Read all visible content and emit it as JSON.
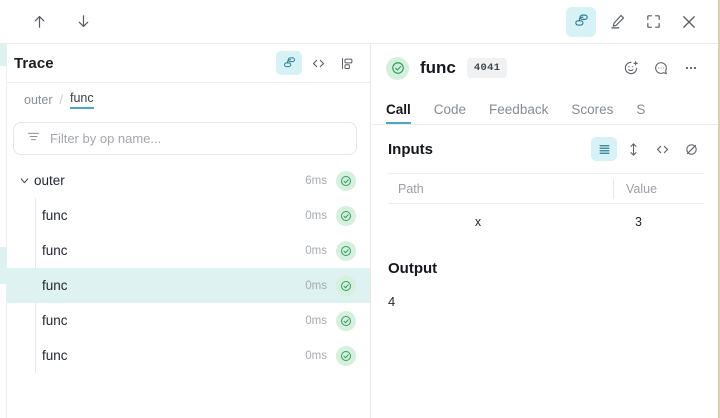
{
  "topbar": {
    "left_buttons": [
      {
        "name": "arrow-up-icon",
        "label": "Previous"
      },
      {
        "name": "arrow-down-icon",
        "label": "Next"
      }
    ],
    "right_buttons": [
      {
        "name": "stack-layers-icon",
        "label": "Trace tree view",
        "active": true
      },
      {
        "name": "pencil-highlighter-icon",
        "label": "Annotate",
        "active": false
      },
      {
        "name": "fullscreen-icon",
        "label": "Full screen",
        "active": false
      },
      {
        "name": "close-icon",
        "label": "Close",
        "active": false
      }
    ]
  },
  "trace_panel": {
    "title": "Trace",
    "header_icons": [
      {
        "name": "stack-layers-icon",
        "label": "Tree view",
        "active": true
      },
      {
        "name": "code-brackets-icon",
        "label": "Code view",
        "active": false
      },
      {
        "name": "flame-chart-icon",
        "label": "Flame graph",
        "active": false
      }
    ],
    "breadcrumb": {
      "parent": "outer",
      "separator": "/",
      "current": "func"
    },
    "filter": {
      "placeholder": "Filter by op name...",
      "value": "",
      "icon": "filter-icon"
    },
    "tree": [
      {
        "name": "outer",
        "duration": "6ms",
        "depth": 0,
        "expanded": true,
        "selected": false,
        "status": "success"
      },
      {
        "name": "func",
        "duration": "0ms",
        "depth": 1,
        "expanded": false,
        "selected": false,
        "status": "success"
      },
      {
        "name": "func",
        "duration": "0ms",
        "depth": 1,
        "expanded": false,
        "selected": false,
        "status": "success"
      },
      {
        "name": "func",
        "duration": "0ms",
        "depth": 1,
        "expanded": false,
        "selected": true,
        "status": "success"
      },
      {
        "name": "func",
        "duration": "0ms",
        "depth": 1,
        "expanded": false,
        "selected": false,
        "status": "success"
      },
      {
        "name": "func",
        "duration": "0ms",
        "depth": 1,
        "expanded": false,
        "selected": false,
        "status": "success"
      }
    ]
  },
  "call_panel": {
    "status": "success",
    "name": "func",
    "badge": "4041",
    "actions": [
      {
        "name": "add-reaction-icon",
        "label": "Add reaction"
      },
      {
        "name": "comment-icon",
        "label": "Comment"
      },
      {
        "name": "more-options-icon",
        "label": "More options"
      }
    ],
    "tabs": [
      {
        "label": "Call",
        "active": true
      },
      {
        "label": "Code",
        "active": false
      },
      {
        "label": "Feedback",
        "active": false
      },
      {
        "label": "Scores",
        "active": false
      },
      {
        "label": "S",
        "active": false
      }
    ],
    "inputs": {
      "title": "Inputs",
      "view_icons": [
        {
          "name": "list-view-icon",
          "label": "List view",
          "active": true
        },
        {
          "name": "expand-rows-icon",
          "label": "Expand rows",
          "active": false
        },
        {
          "name": "code-brackets-icon",
          "label": "Code view",
          "active": false
        },
        {
          "name": "hide-icon",
          "label": "Hide",
          "active": false
        }
      ],
      "columns": [
        "Path",
        "Value"
      ],
      "rows": [
        {
          "path": "x",
          "value": "3"
        }
      ]
    },
    "output": {
      "title": "Output",
      "value": "4"
    }
  },
  "colors": {
    "accent_teal": "#4ba8c4",
    "active_bg": "#d6f2f7",
    "selected_row": "#ddf2f1",
    "success_green": "#2f9e5f",
    "success_bg": "#d6f0de",
    "text_primary": "#15181c",
    "text_muted": "#9b9fa5"
  }
}
